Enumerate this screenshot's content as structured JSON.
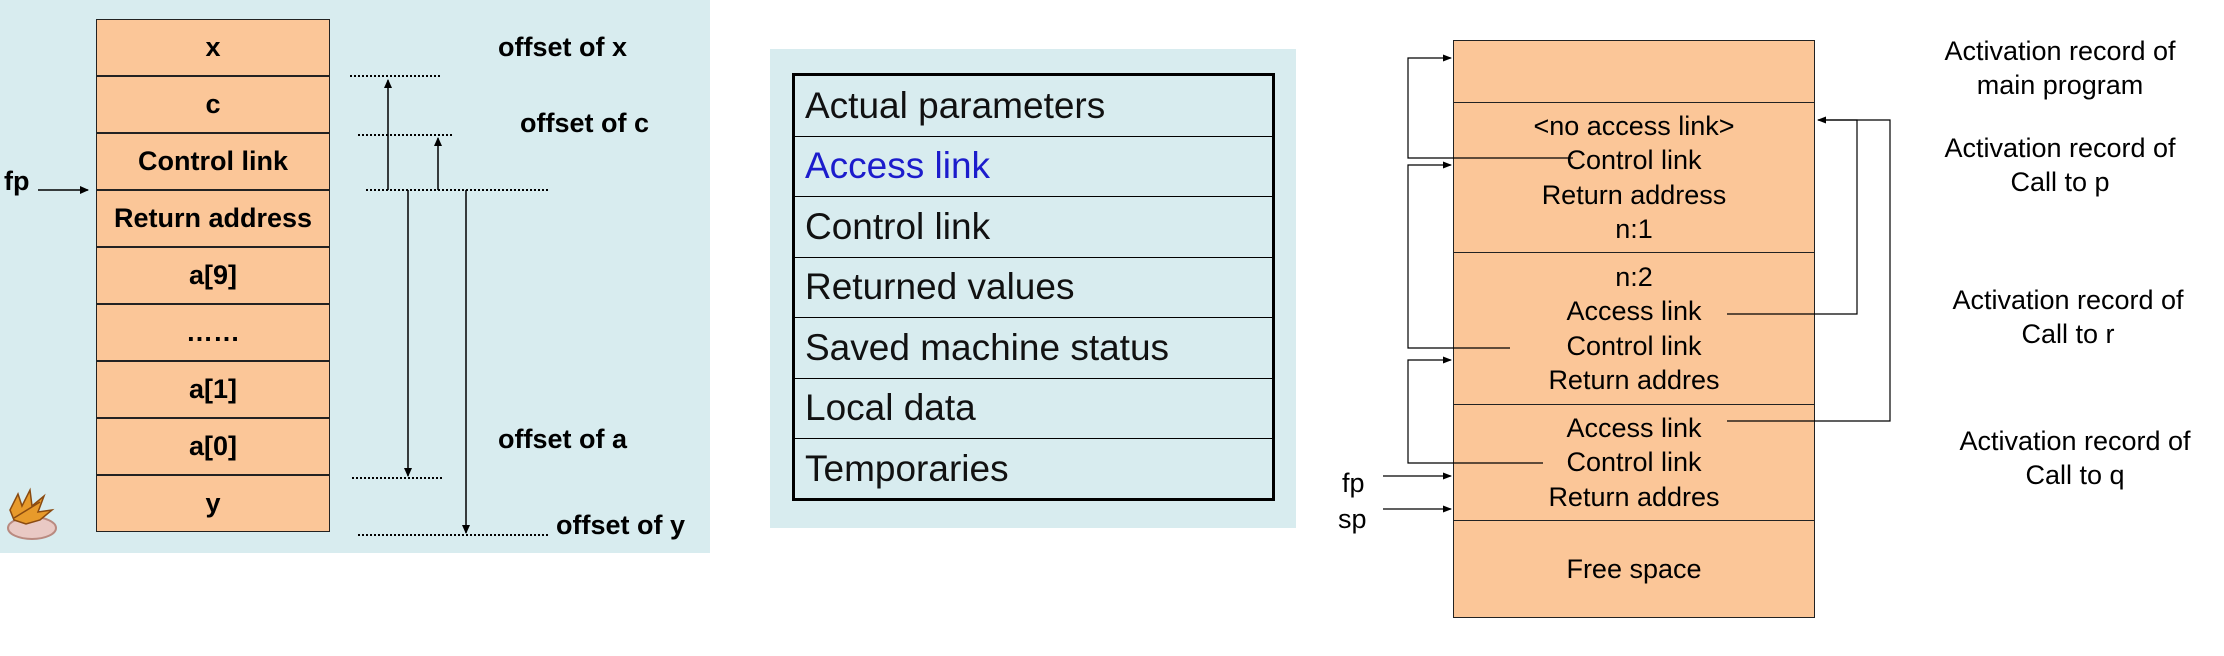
{
  "left_frame": {
    "cells": [
      "x",
      "c",
      "Control link",
      "Return address",
      "a[9]",
      "……",
      "a[1]",
      "a[0]",
      "y"
    ],
    "fp_label": "fp",
    "offsets": {
      "x": "offset of x",
      "c": "offset of c",
      "a": "offset of a",
      "y": "offset of y"
    }
  },
  "activation_record_fields": [
    {
      "label": "Actual parameters",
      "highlight": false
    },
    {
      "label": "Access link",
      "highlight": true
    },
    {
      "label": "Control link",
      "highlight": false
    },
    {
      "label": "Returned values",
      "highlight": false
    },
    {
      "label": "Saved machine status",
      "highlight": false
    },
    {
      "label": "Local data",
      "highlight": false
    },
    {
      "label": "Temporaries",
      "highlight": false
    }
  ],
  "runtime_stack": {
    "records": [
      {
        "lines": []
      },
      {
        "lines": [
          "<no access link>",
          "Control link",
          "Return address",
          "n:1"
        ]
      },
      {
        "lines": [
          "n:2",
          "Access link",
          "Control link",
          "Return addres"
        ]
      },
      {
        "lines": [
          "Access link",
          "Control link",
          "Return addres"
        ]
      },
      {
        "lines": [
          "Free space"
        ]
      }
    ],
    "notes": {
      "main": "Activation record of main program",
      "p": "Activation record of Call to p",
      "r": "Activation record of Call to r",
      "q": "Activation record of Call to q"
    },
    "fp_label": "fp",
    "sp_label": "sp"
  },
  "colors": {
    "panel_bg": "#d8ecef",
    "cell_fill": "#fbc698",
    "highlight_text": "#1c1ccc",
    "line": "#000000"
  },
  "icons": [
    "autumn-leaf-logo-icon"
  ]
}
